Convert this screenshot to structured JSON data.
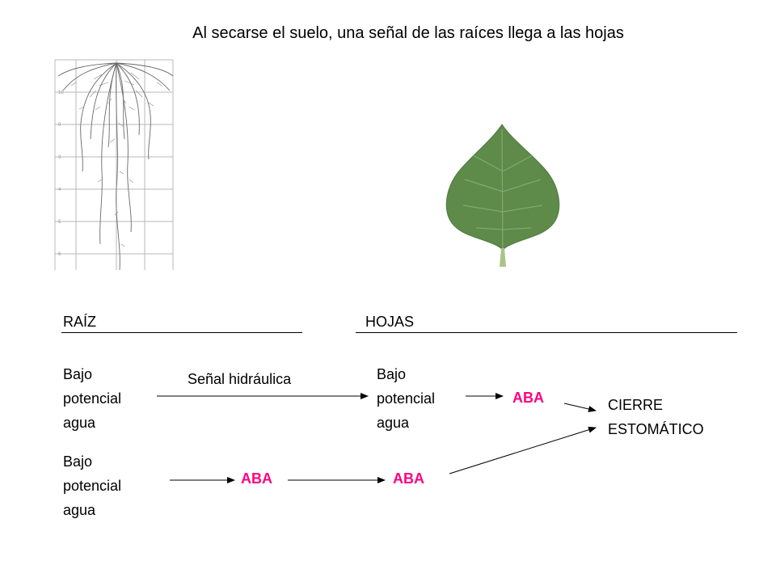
{
  "title": "Al secarse el suelo, una señal de las raíces llega a las hojas",
  "headers": {
    "root": "RAÍZ",
    "leaves": "HOJAS"
  },
  "row1": {
    "root_state": "Bajo\npotencial\nagua",
    "signal": "Señal hidráulica",
    "leaf_state": "Bajo\npotencial\nagua",
    "hormone": "ABA"
  },
  "row2": {
    "root_state": "Bajo\npotencial\nagua",
    "hormone_1": "ABA",
    "hormone_2": "ABA"
  },
  "outcome": "CIERRE\nESTOMÁTICO",
  "colors": {
    "aba": "#ff0080",
    "leaf": "#5e8a4a",
    "root": "#777777"
  },
  "icons": {
    "root_illustration": "root-system-drawing",
    "leaf_illustration": "leaf-image"
  }
}
